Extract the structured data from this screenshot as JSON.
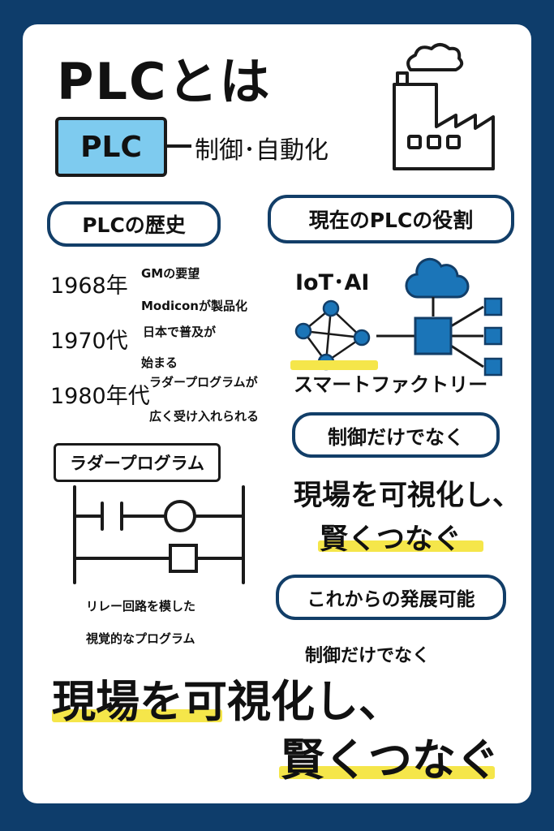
{
  "header": {
    "title": "PLCとは",
    "plc_box_label": "PLC",
    "subtitle": "制御･自動化"
  },
  "history": {
    "heading": "PLCの歴史",
    "entries": [
      {
        "year": "1968年",
        "events": [
          "GMの要望",
          "Modiconが製品化"
        ]
      },
      {
        "year": "1970代",
        "events": [
          "日本で普及が",
          "始まる"
        ]
      },
      {
        "year": "1980年代",
        "events": [
          "ラダープログラムが",
          "広く受け入れられる"
        ]
      }
    ]
  },
  "current_role": {
    "heading": "現在のPLCの役割",
    "iot_label": "IoT･AI",
    "smart_factory_label": "スマートファクトリー",
    "accent_color": "#1b75b8"
  },
  "ladder": {
    "heading": "ラダープログラム",
    "caption_line1": "リレー回路を模した",
    "caption_line2": "視覚的なプログラム"
  },
  "beyond_control": {
    "heading": "制御だけでなく",
    "slogan_line1": "現場を可視化し、",
    "slogan_line2": "賢くつなぐ"
  },
  "future": {
    "heading": "これからの発展可能",
    "subheading": "制御だけでなく",
    "slogan_line1": "現場を可視化し、",
    "slogan_line2": "賢くつなぐ"
  },
  "colors": {
    "background": "#0e3d6b",
    "card": "#ffffff",
    "plc_box": "#7ecbef",
    "pill_border": "#123e68",
    "highlight": "#f5e64a",
    "node_blue": "#1b75b8"
  },
  "icons": [
    "factory-icon",
    "cloud-icon",
    "network-graph-icon",
    "hub-node-icon",
    "ladder-diagram-icon"
  ]
}
